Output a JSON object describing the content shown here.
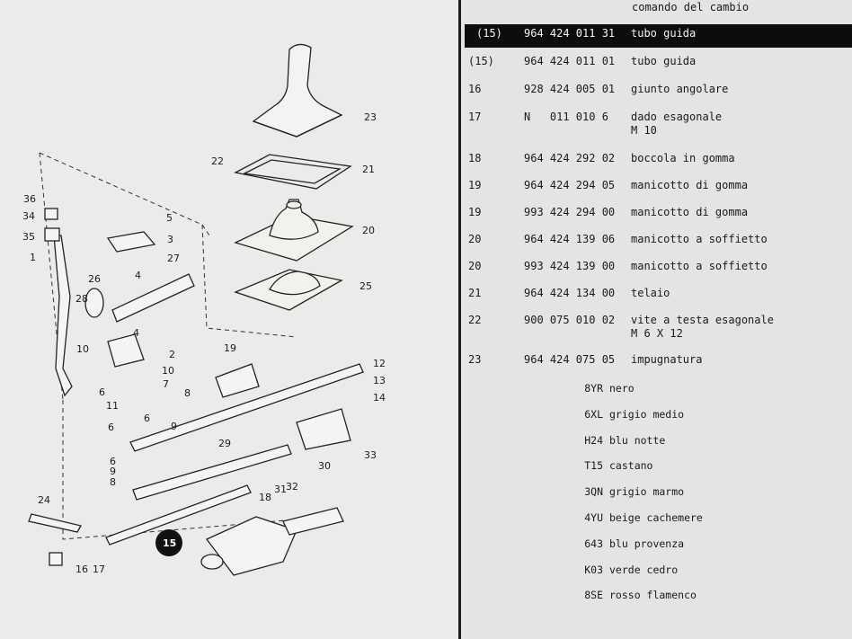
{
  "panel": {
    "header": "comando del cambio"
  },
  "parts": [
    {
      "ref": "(15)",
      "pn": "964 424 011 31",
      "desc": "tubo guida",
      "selected": true
    },
    {
      "ref": "(15)",
      "pn": "964 424 011 01",
      "desc": "tubo guida",
      "selected": false
    },
    {
      "ref": "16",
      "pn": "928 424 005 01",
      "desc": "giunto angolare",
      "selected": false
    },
    {
      "ref": "17",
      "pn": "N   011 010 6",
      "desc": "dado esagonale\nM 10",
      "selected": false
    },
    {
      "ref": "18",
      "pn": "964 424 292 02",
      "desc": "boccola in gomma",
      "selected": false
    },
    {
      "ref": "19",
      "pn": "964 424 294 05",
      "desc": "manicotto di gomma",
      "selected": false
    },
    {
      "ref": "19",
      "pn": "993 424 294 00",
      "desc": "manicotto di gomma",
      "selected": false
    },
    {
      "ref": "20",
      "pn": "964 424 139 06",
      "desc": "manicotto a soffietto",
      "selected": false
    },
    {
      "ref": "20",
      "pn": "993 424 139 00",
      "desc": "manicotto a soffietto",
      "selected": false
    },
    {
      "ref": "21",
      "pn": "964 424 134 00",
      "desc": "telaio",
      "selected": false
    },
    {
      "ref": "22",
      "pn": "900 075 010 02",
      "desc": "vite a testa esagonale\nM 6 X 12",
      "selected": false
    },
    {
      "ref": "23",
      "pn": "964 424 075 05",
      "desc": "impugnatura",
      "selected": false
    }
  ],
  "colors": [
    {
      "code": "8YR",
      "name": "nero"
    },
    {
      "code": "6XL",
      "name": "grigio medio"
    },
    {
      "code": "H24",
      "name": "blu notte"
    },
    {
      "code": "T15",
      "name": "castano"
    },
    {
      "code": "3QN",
      "name": "grigio marmo"
    },
    {
      "code": "4YU",
      "name": "beige cachemere"
    },
    {
      "code": "643",
      "name": "blu provenza"
    },
    {
      "code": "K03",
      "name": "verde cedro"
    },
    {
      "code": "8SE",
      "name": "rosso flamenco"
    }
  ],
  "diagram": {
    "callouts": [
      "1",
      "2",
      "3",
      "4",
      "4",
      "5",
      "6",
      "6",
      "6",
      "6",
      "7",
      "8",
      "8",
      "9",
      "9",
      "10",
      "10",
      "11",
      "12",
      "13",
      "14",
      "16",
      "17",
      "18",
      "19",
      "20",
      "21",
      "22",
      "23",
      "24",
      "25",
      "26",
      "27",
      "28",
      "29",
      "30",
      "31",
      "32",
      "33",
      "34",
      "35",
      "36",
      "15"
    ],
    "highlight": "15"
  }
}
